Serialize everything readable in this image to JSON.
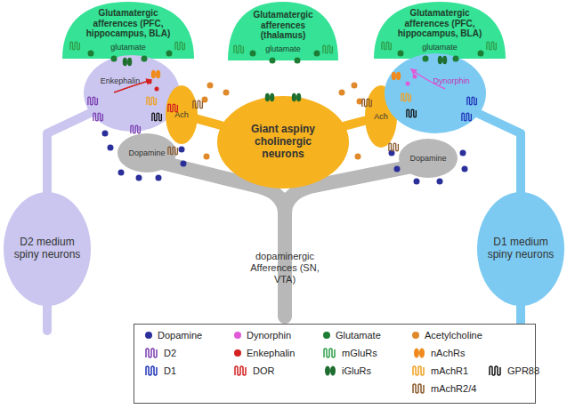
{
  "diagram": {
    "nodes": [
      {
        "text": [
          "Glutamatergic afferences (PFC, hippocampus, BLA)",
          "glutamate"
        ]
      },
      {
        "text": [
          "Glutamatergic afferences (thalamus)",
          "glutamate"
        ]
      },
      {
        "text": [
          "Glutamatergic afferences (PFC, hippocampus, BLA)",
          "glutamate"
        ]
      },
      {
        "text": [
          "Enkephalin"
        ]
      },
      {
        "text": [
          "Ach"
        ]
      },
      {
        "text": [
          "Giant aspiny cholinergic neurons"
        ]
      },
      {
        "text": [
          "Ach"
        ]
      },
      {
        "text": [
          "Dynorphin"
        ]
      },
      {
        "text": [
          "Dopamine"
        ]
      },
      {
        "text": [
          "Dopamine"
        ]
      },
      {
        "text": [
          "D2 medium spiny neurons"
        ]
      },
      {
        "text": [
          "D1 medium spiny neurons"
        ]
      }
    ],
    "edges": [
      {
        "from": 10,
        "to": 3,
        "arrow": "none"
      },
      {
        "from": 5,
        "to": 4,
        "arrow": "none"
      },
      {
        "from": 5,
        "to": 6,
        "arrow": "none"
      },
      {
        "from": 11,
        "to": 7,
        "arrow": "none"
      }
    ],
    "labels": [
      "dopaminergic Afferences (SN, VTA)"
    ],
    "legend": [
      {
        "text": "Dopamine",
        "color": "#2b2f9a"
      },
      {
        "text": "Dynorphin",
        "color": "#e05ad8"
      },
      {
        "text": "Glutamate",
        "color": "#1e7d34"
      },
      {
        "text": "Acetylcholine",
        "color": "#e0892a"
      },
      {
        "text": "D2"
      },
      {
        "text": "Enkephalin",
        "color": "#d42020"
      },
      {
        "text": "mGluRs"
      },
      {
        "text": "nAchRs"
      },
      {
        "text": "D1"
      },
      {
        "text": "DOR"
      },
      {
        "text": "iGluRs"
      },
      {
        "text": "mAchR1"
      },
      {
        "text": "mAchR2/4"
      },
      {
        "text": "GPR88"
      }
    ]
  }
}
